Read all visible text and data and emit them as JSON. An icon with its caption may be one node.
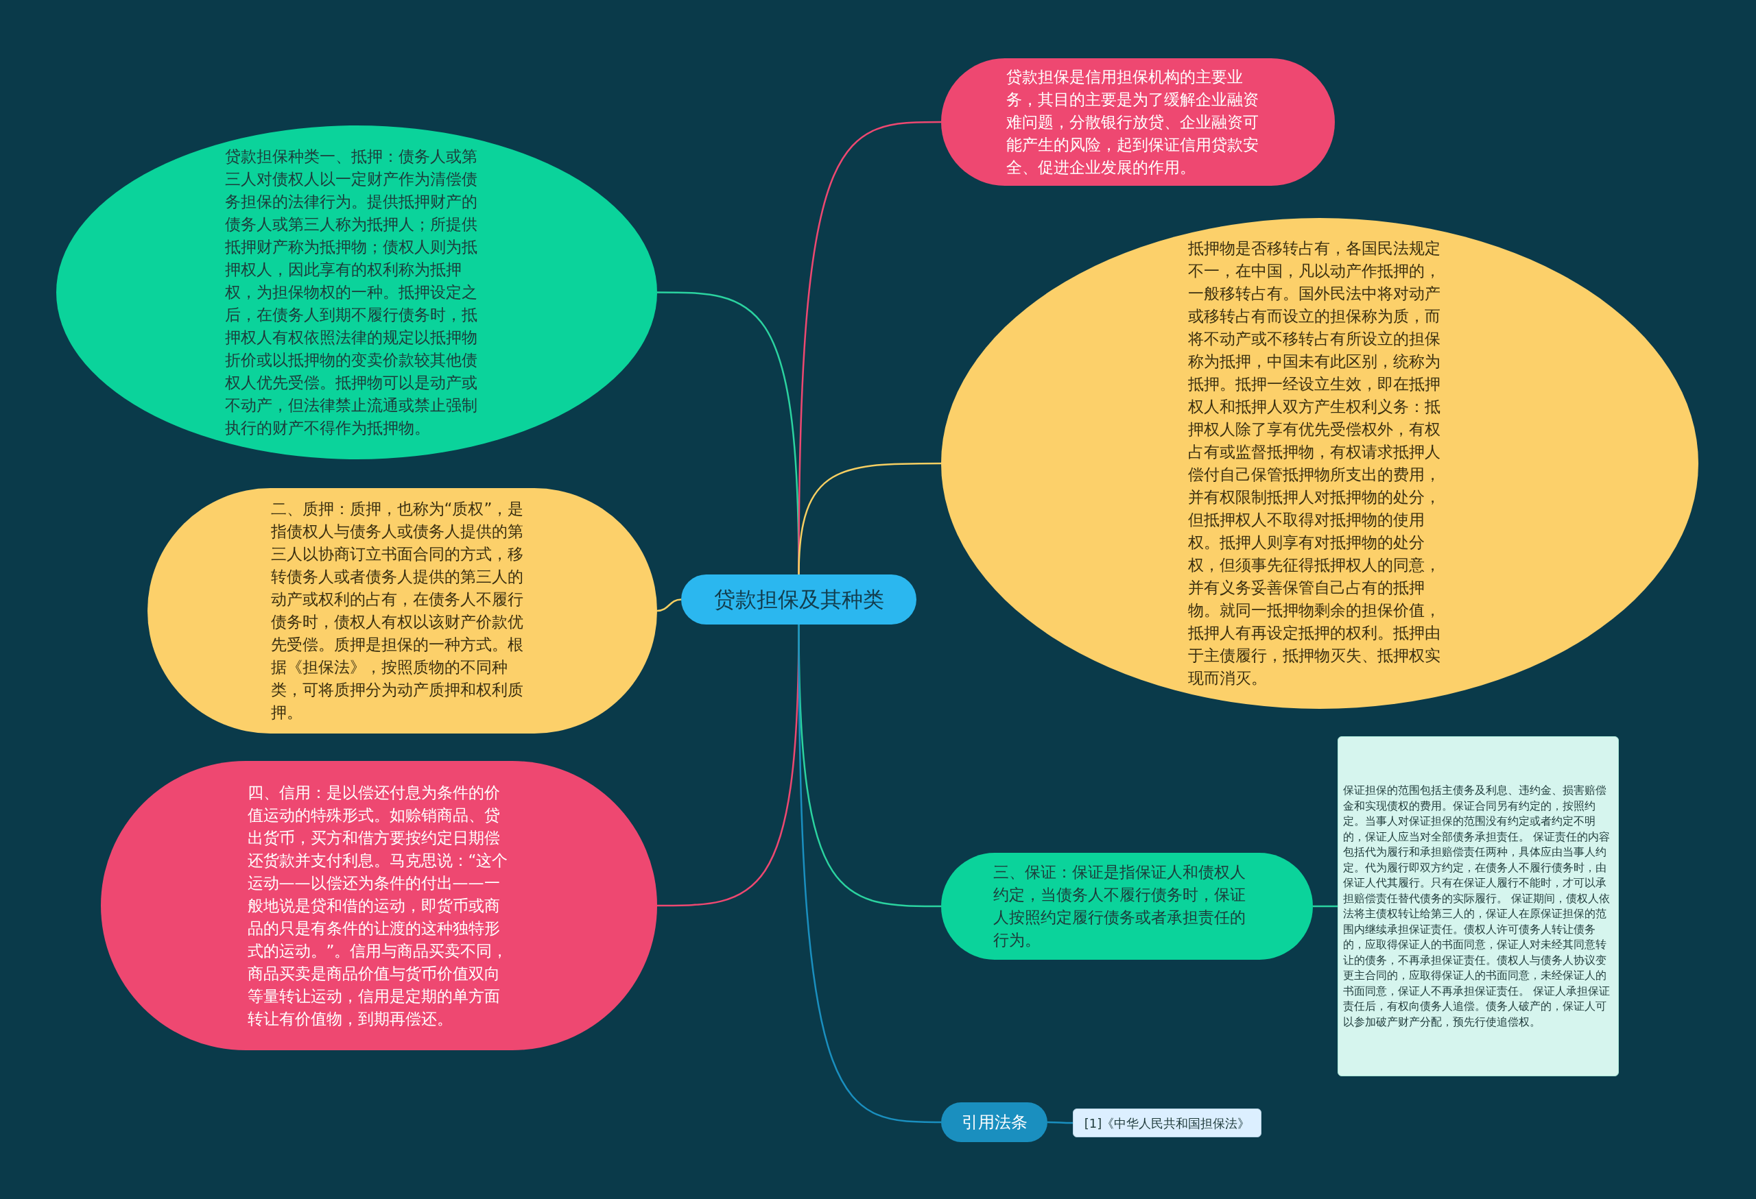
{
  "diagram": {
    "nodes": [
      {
        "text": [
          "贷款担保及其种类"
        ]
      },
      {
        "text": [
          "贷款担保种类一、抵押：债务人或第三人对债权人以一定财产作为清偿债务担保的法律行为。提供抵押财产的债务人或第三人称为抵押人；所提供抵押财产称为抵押物；债权人则为抵押权人，因此享有的权利称为抵押权，为担保物权的一种。抵押设定之后，在债务人到期不履行债务时，抵押权人有权依照法律的规定以抵押物折价或以抵押物的变卖价款较其他债权人优先受偿。抵押物可以是动产或不动产，但法律禁止流通或禁止强制执行的财产不得作为抵押物。"
        ]
      },
      {
        "text": [
          "二、质押：质押，也称为“质权”，是指债权人与债务人或债务人提供的第三人以协商订立书面合同的方式，移转债务人或者债务人提供的第三人的动产或权利的占有，在债务人不履行债务时，债权人有权以该财产价款优先受偿。质押是担保的一种方式。根据《担保法》，按照质物的不同种类，可将质押分为动产质押和权利质押。"
        ]
      },
      {
        "text": [
          "四、信用：是以偿还付息为条件的价值运动的特殊形式。如赊销商品、贷出货币，买方和借方要按约定日期偿还货款并支付利息。马克思说：“这个运动——以偿还为条件的付出——一般地说是贷和借的运动，即货币或商品的只是有条件的让渡的这种独特形式的运动。”。信用与商品买卖不同，商品买卖是商品价值与货币价值双向等量转让运动，信用是定期的单方面转让有价值物，到期再偿还。"
        ]
      },
      {
        "text": [
          "贷款担保是信用担保机构的主要业务，其目的主要是为了缓解企业融资难问题，分散银行放贷、企业融资可能产生的风险，起到保证信用贷款安全、促进企业发展的作用。"
        ]
      },
      {
        "text": [
          "抵押物是否移转占有，各国民法规定不一，在中国，凡以动产作抵押的，一般移转占有。国外民法中将对动产或移转占有而设立的担保称为质，而将不动产或不移转占有所设立的担保称为抵押，中国未有此区别，统称为抵押。抵押一经设立生效，即在抵押权人和抵押人双方产生权利义务：抵押权人除了享有优先受偿权外，有权占有或监督抵押物，有权请求抵押人偿付自己保管抵押物所支出的费用，并有权限制抵押人对抵押物的处分，但抵押权人不取得对抵押物的使用权。抵押人则享有对抵押物的处分权，但须事先征得抵押权人的同意，并有义务妥善保管自己占有的抵押物。就同一抵押物剩余的担保价值，抵押人有再设定抵押的权利。抵押由于主债履行，抵押物灭失、抵押权实现而消灭。"
        ]
      },
      {
        "text": [
          "三、保证：保证是指保证人和债权人约定，当债务人不履行债务时，保证人按照约定履行债务或者承担责任的行为。"
        ]
      },
      {
        "text": [
          "保证担保的范围包括主债务及利息、违约金、损害赔偿金和实现债权的费用。保证合同另有约定的，按照约定。当事人对保证担保的范围没有约定或者约定不明的，保证人应当对全部债务承担责任。 保证责任的内容包括代为履行和承担赔偿责任两种，具体应由当事人约定。代为履行即双方约定，在债务人不履行债务时，由保证人代其履行。只有在保证人履行不能时，才可以承担赔偿责任替代债务的实际履行。 保证期间，债权人依法将主债权转让给第三人的，保证人在原保证担保的范围内继续承担保证责任。债权人许可债务人转让债务的，应取得保证人的书面同意，保证人对未经其同意转让的债务，不再承担保证责任。债权人与债务人协议变更主合同的，应取得保证人的书面同意，未经保证人的书面同意，保证人不再承担保证责任。 保证人承担保证责任后，有权向债务人追偿。债务人破产的，保证人可以参加破产财产分配，预先行使追偿权。"
        ]
      },
      {
        "text": [
          "引用法条"
        ]
      },
      {
        "text": [
          "[1]《中华人民共和国担保法》"
        ]
      }
    ],
    "edges": [
      {
        "from": 0,
        "to": 1,
        "arrow": "none",
        "color": "#2bd3a0"
      },
      {
        "from": 0,
        "to": 2,
        "arrow": "none",
        "color": "#f7cf62"
      },
      {
        "from": 0,
        "to": 3,
        "arrow": "none",
        "color": "#ee4871"
      },
      {
        "from": 0,
        "to": 4,
        "arrow": "none",
        "color": "#ee4871"
      },
      {
        "from": 0,
        "to": 5,
        "arrow": "none",
        "color": "#f7cf62"
      },
      {
        "from": 0,
        "to": 6,
        "arrow": "none",
        "color": "#2bd3a0"
      },
      {
        "from": 6,
        "to": 7,
        "arrow": "none",
        "color": "#2bd3a0"
      },
      {
        "from": 0,
        "to": 8,
        "arrow": "none",
        "color": "#1a8fbf"
      },
      {
        "from": 8,
        "to": 9,
        "arrow": "none",
        "color": "#1a8fbf"
      }
    ]
  }
}
